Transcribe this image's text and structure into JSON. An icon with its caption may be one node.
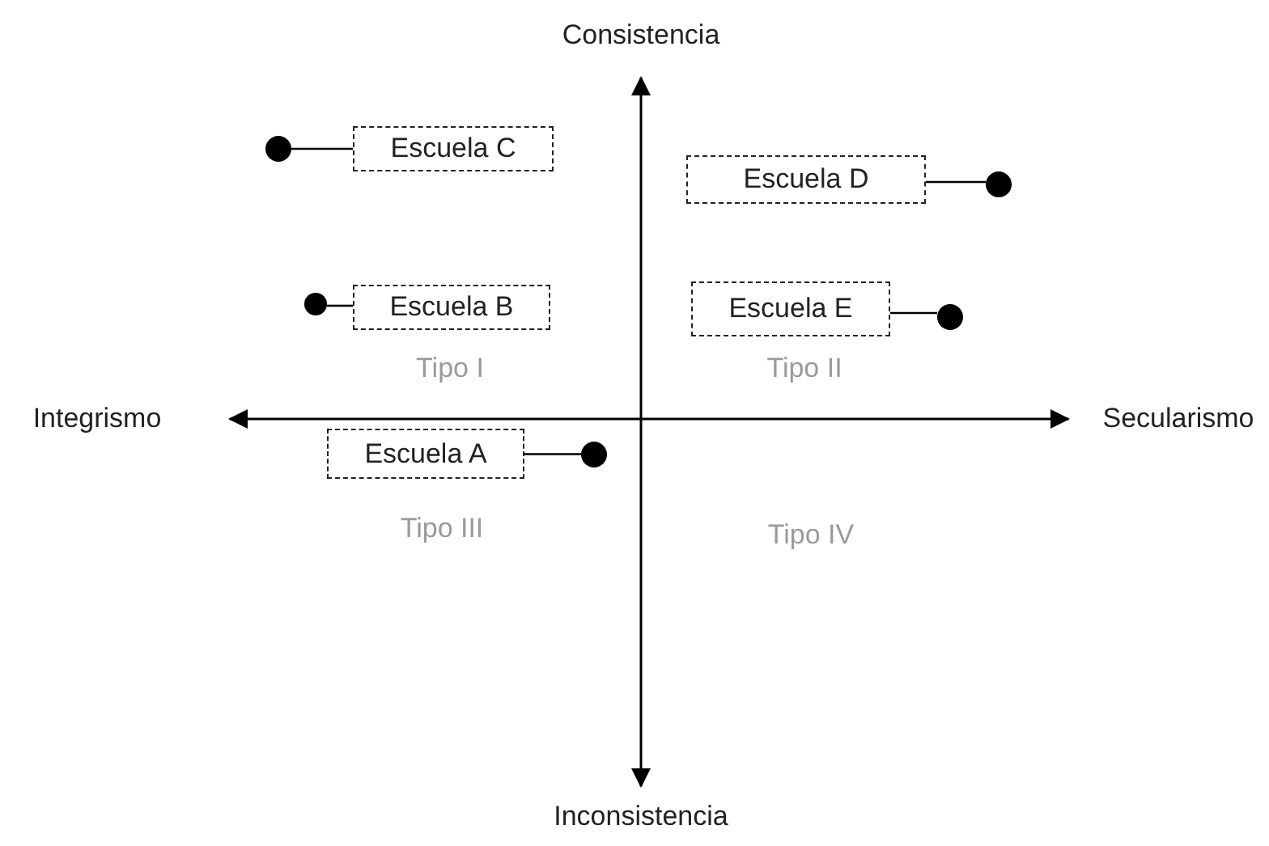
{
  "diagram": {
    "nodes": [
      {
        "text": [],
        "shape": "circle"
      },
      {
        "text": [
          "Escuela C"
        ]
      },
      {
        "text": [
          "Escuela D"
        ]
      },
      {
        "text": [],
        "shape": "circle"
      },
      {
        "text": [],
        "shape": "circle"
      },
      {
        "text": [
          "Escuela B"
        ]
      },
      {
        "text": [
          "Escuela E"
        ]
      },
      {
        "text": [],
        "shape": "circle"
      },
      {
        "text": [
          "Escuela A"
        ]
      },
      {
        "text": [],
        "shape": "circle"
      }
    ],
    "edges": [
      {
        "from": 0,
        "to": 1,
        "arrow": "none"
      },
      {
        "from": 2,
        "to": 3,
        "arrow": "none"
      },
      {
        "from": 4,
        "to": 5,
        "arrow": "none"
      },
      {
        "from": 6,
        "to": 7,
        "arrow": "none"
      },
      {
        "from": 8,
        "to": 9,
        "arrow": "none"
      }
    ],
    "labels": [
      "Consistencia",
      "Integrismo",
      "Secularismo",
      "Inconsistencia",
      "Tipo I",
      "Tipo II",
      "Tipo III",
      "Tipo IV"
    ]
  }
}
